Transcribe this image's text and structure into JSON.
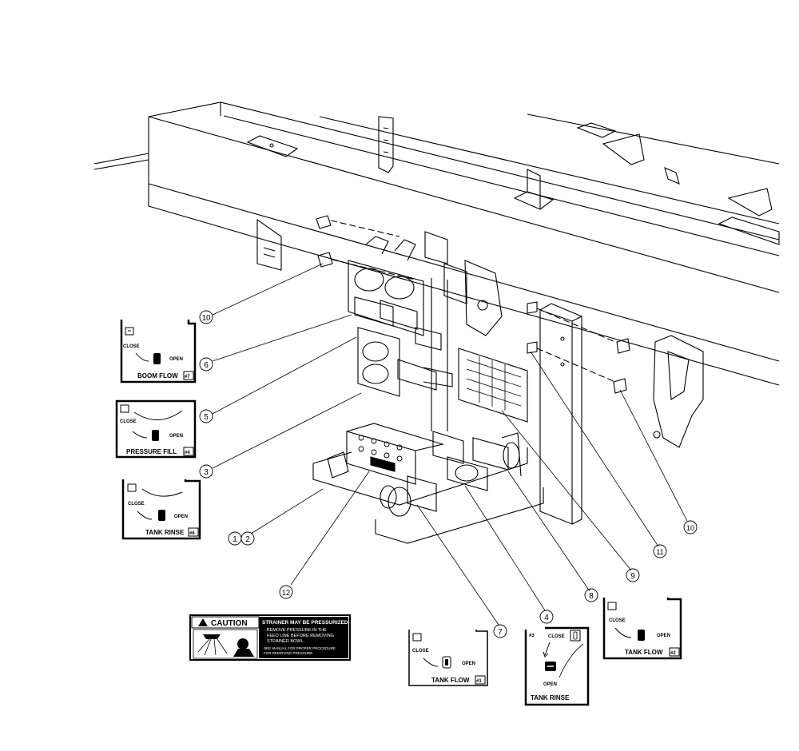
{
  "callouts": [
    "10",
    "6",
    "5",
    "3",
    "1",
    "2",
    "12",
    "7",
    "4",
    "8",
    "9",
    "11",
    "10"
  ],
  "decals": {
    "boom_flow": {
      "close": "CLOSE",
      "open": "OPEN",
      "title": "BOOM FLOW",
      "number": "#7"
    },
    "pressure_fill": {
      "close": "CLOSE",
      "open": "OPEN",
      "title": "PRESSURE FILL",
      "number": "#4"
    },
    "tank_rinse_6": {
      "close": "CLOSE",
      "open": "OPEN",
      "title": "TANK RINSE",
      "number": "#6"
    },
    "tank_flow_1": {
      "close": "CLOSE",
      "open": "OPEN",
      "title": "TANK FLOW",
      "number": "#1"
    },
    "tank_rinse_3": {
      "close": "CLOSE",
      "open": "OPEN",
      "title": "TANK RINSE",
      "number": "#3"
    },
    "tank_flow_2": {
      "close": "CLOSE",
      "open": "OPEN",
      "title": "TANK FLOW",
      "number": "#2"
    }
  },
  "caution": {
    "heading": "CAUTION",
    "line1": "STRAINER MAY BE PRESSURIZED.",
    "line2": "--REMOVE PRESSURE IN THE",
    "line3": "FEED LINE BEFORE REMOVING",
    "line4": "STRAINER BOWL.",
    "line5": "SEE MANUAL FOR PROPER PROCEDURE",
    "line6": "FOR REMOVING PRESSURE."
  }
}
